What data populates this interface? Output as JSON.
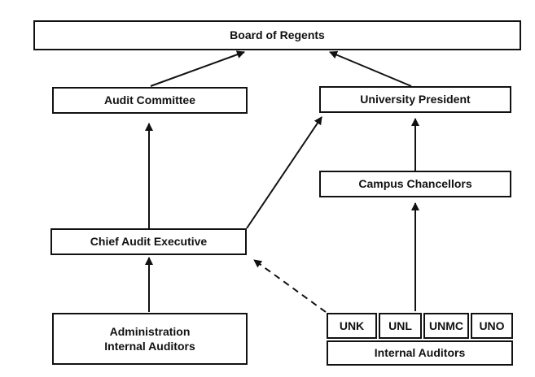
{
  "diagram": {
    "board": "Board of Regents",
    "audit_committee": "Audit Committee",
    "president": "University President",
    "chancellors": "Campus Chancellors",
    "chief_audit": "Chief Audit Executive",
    "admin_auditors": {
      "line1": "Administration",
      "line2": "Internal Auditors"
    },
    "campuses": [
      "UNK",
      "UNL",
      "UNMC",
      "UNO"
    ],
    "internal_auditors": "Internal Auditors"
  },
  "colors": {
    "line": "#111111",
    "background": "#ffffff"
  }
}
